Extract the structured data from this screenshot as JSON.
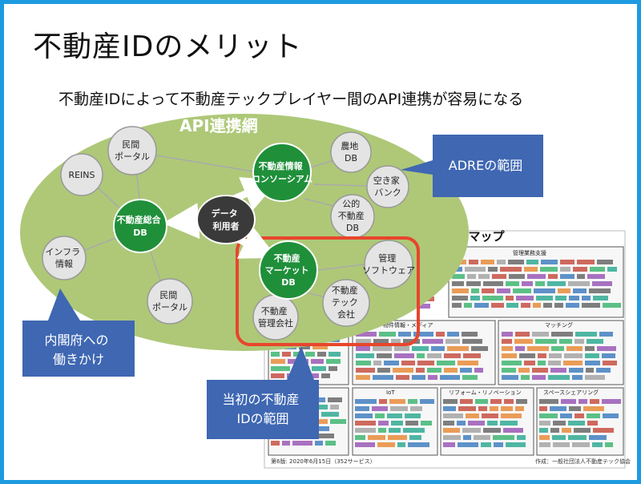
{
  "slide": {
    "title": "不動産IDのメリット",
    "subtitle": "不動産IDによって不動産テックプレイヤー間のAPI連携が容易になる"
  },
  "network": {
    "label": "API連携網",
    "green_nodes": {
      "consortium": [
        "不動産情報",
        "コンソーシアム"
      ],
      "sogo_db": [
        "不動産総合",
        "DB"
      ],
      "market_db": [
        "不動産",
        "マーケット",
        "DB"
      ],
      "data_user": [
        "データ",
        "利用者"
      ]
    },
    "grey_nodes": {
      "minkan_portal_top": [
        "民間",
        "ポータル"
      ],
      "reins": [
        "REINS"
      ],
      "infra": [
        "インフラ",
        "情報"
      ],
      "minkan_portal_bottom": [
        "民間",
        "ポータル"
      ],
      "kanri_kaisha": [
        "不動産",
        "管理会社"
      ],
      "tech_kaisha": [
        "不動産",
        "テック",
        "会社"
      ],
      "kanri_software": [
        "管理",
        "ソフトウェア"
      ],
      "nochi_db": [
        "農地",
        "DB"
      ],
      "akiya_bank": [
        "空き家",
        "バンク"
      ],
      "koteki_db": [
        "公的",
        "不動産",
        "DB"
      ]
    }
  },
  "callouts": {
    "adre": "ADREの範囲",
    "cabinet": [
      "内閣府への",
      "働きかけ"
    ],
    "initial": [
      "当初の不動産",
      "IDの範囲"
    ]
  },
  "chaos_map": {
    "title": "カオスマップ",
    "sections": [
      "管理業務支援",
      "物件情報・メディア",
      "マッチング",
      "IoT",
      "リフォーム・リノベーション",
      "スペースシェアリング"
    ],
    "footer_left": "第6版: 2020年6月15日（352サービス）",
    "footer_right": "作成：一般社団法人不動産テック協会"
  },
  "colors": {
    "frame": "#1e9be0",
    "ellipse": "#aec878",
    "green_node": "#1f8f3a",
    "grey_node": "#e4e4e4",
    "callout": "#3f67b2",
    "highlight": "#e8452c"
  }
}
